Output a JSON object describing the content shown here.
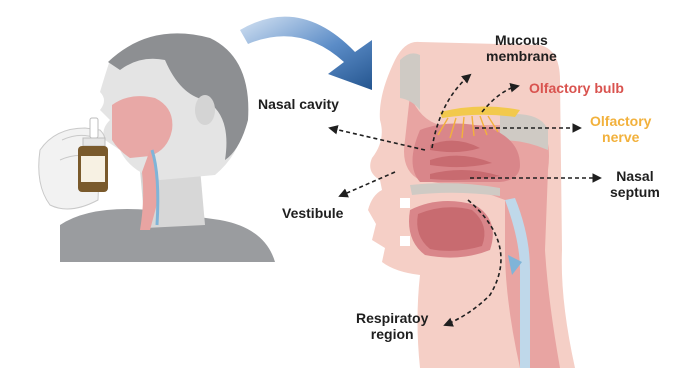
{
  "labels": {
    "mucous_membrane": [
      "Mucous",
      "membrane"
    ],
    "olfactory_bulb": "Olfactory bulb",
    "olfactory_nerve": [
      "Olfactory",
      "nerve"
    ],
    "nasal_cavity": "Nasal cavity",
    "nasal_septum": [
      "Nasal",
      "septum"
    ],
    "vestibule": "Vestibule",
    "respiratory_region": [
      "Respiratoy",
      "region"
    ]
  },
  "colors": {
    "label_dark": "#1f1f1f",
    "olfactory_bulb": "#d9534f",
    "olfactory_nerve": "#f2b13c",
    "arrow_blue": "#2b5f99",
    "tissue_pink": "#e8a4a2",
    "skin_light": "#f5cfc6",
    "bone_gray": "#cfcac4",
    "hair_gray": "#8d8f92"
  },
  "icons": [
    "curved-transfer-arrow-icon",
    "nasal-spray-bottle-icon"
  ]
}
